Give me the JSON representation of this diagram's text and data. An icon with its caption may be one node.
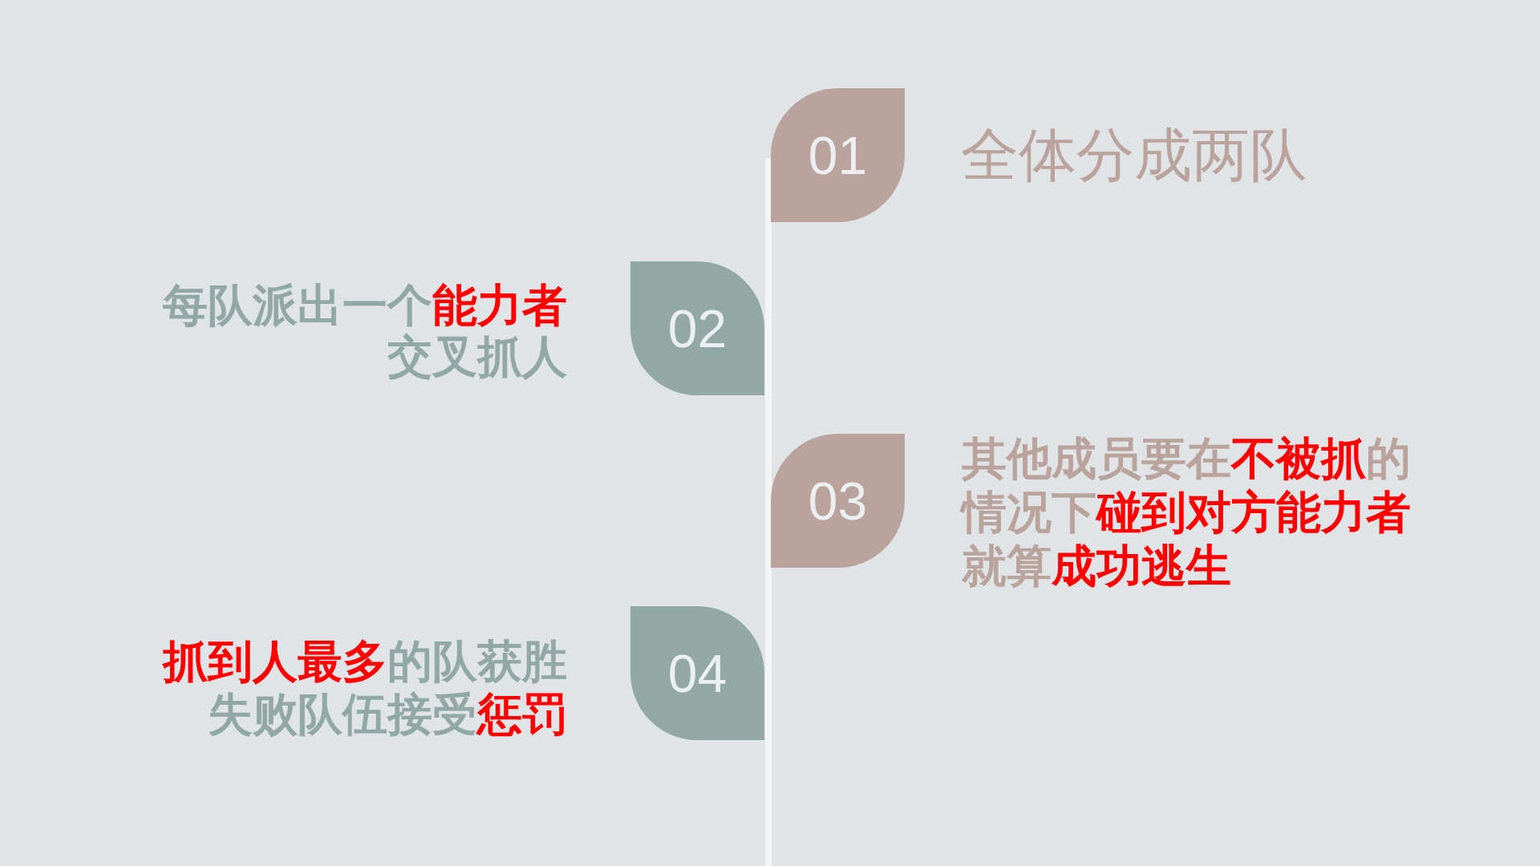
{
  "diagram": {
    "nodes": [
      {
        "text": [
          "01"
        ],
        "beside": [
          "全体分成两队"
        ]
      },
      {
        "text": [
          "02"
        ],
        "beside": [
          "每队派出一个**能力者**交叉抓人"
        ]
      },
      {
        "text": [
          "03"
        ],
        "beside": [
          "其他成员要在**不被抓**的情况下**碰到对方能力者**就算**成功逃生**"
        ]
      },
      {
        "text": [
          "04"
        ],
        "beside": [
          "**抓到人最多**的队获胜失败队伍接受**惩罚**"
        ]
      }
    ]
  }
}
